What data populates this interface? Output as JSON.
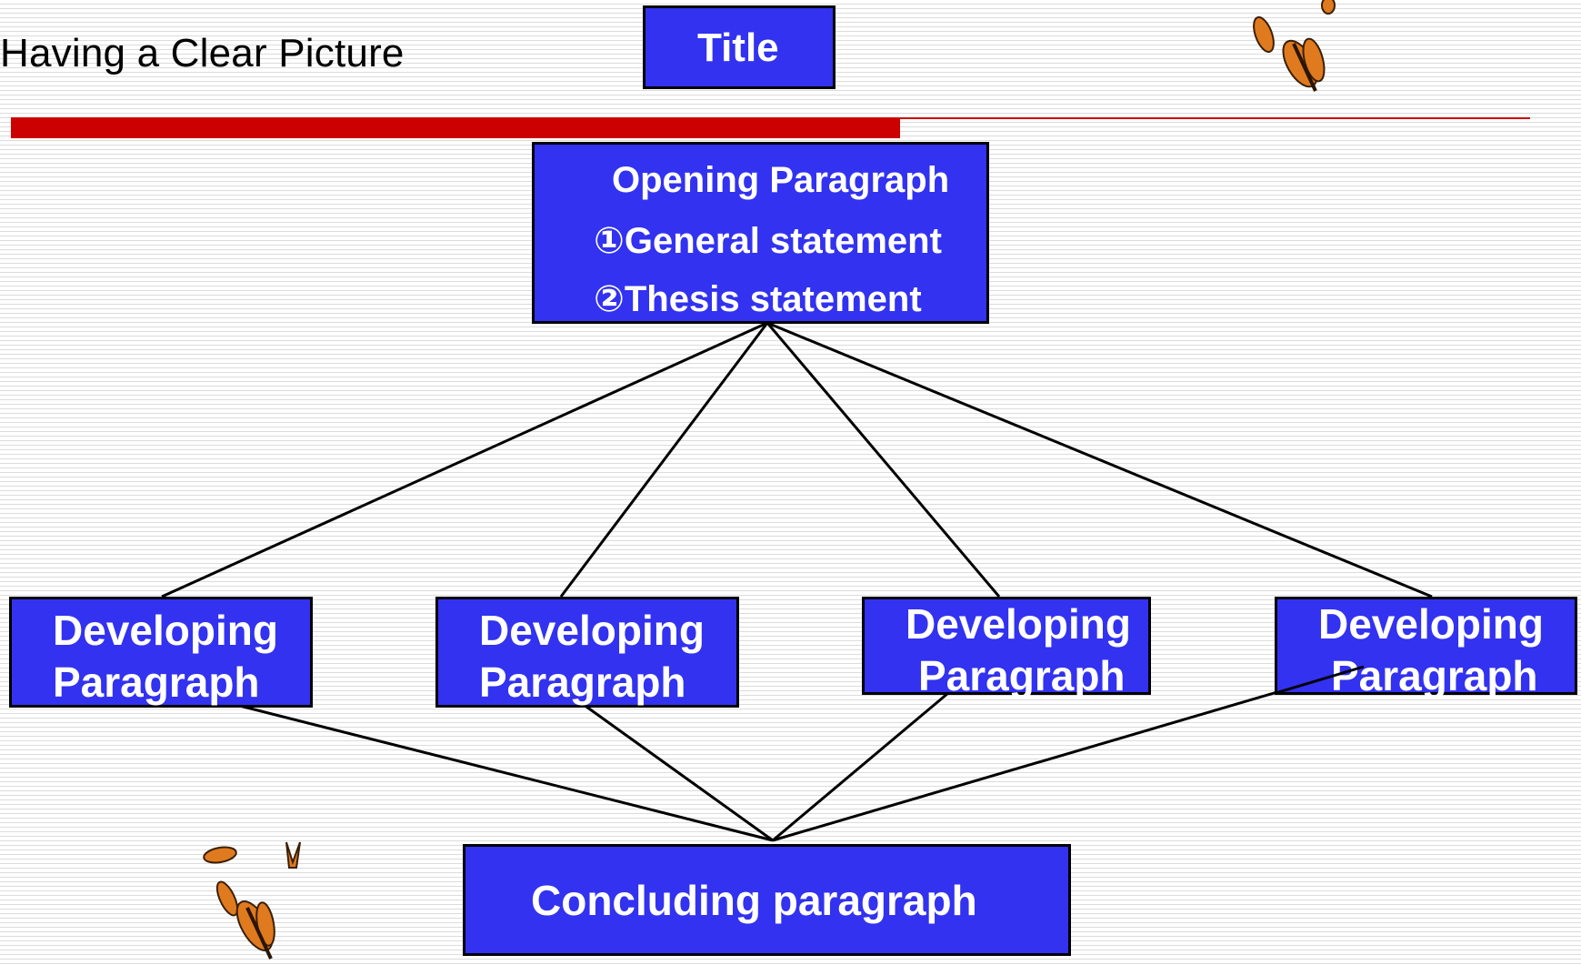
{
  "slide": {
    "heading": "Having a Clear Picture"
  },
  "diagram": {
    "title_box": "Title",
    "opening_box": {
      "line1": "Opening Paragraph",
      "line2": "①General statement",
      "line3": "②Thesis statement"
    },
    "developing_boxes": [
      {
        "line1": "Developing",
        "line2": "Paragraph"
      },
      {
        "line1": "Developing",
        "line2": "Paragraph"
      },
      {
        "line1": "Developing",
        "line2": "Paragraph"
      },
      {
        "line1": "Developing",
        "line2": "Paragraph"
      }
    ],
    "concluding_box": "Concluding paragraph"
  },
  "colors": {
    "box_fill": "#3232f0",
    "box_border": "#000000",
    "box_text": "#ffffff",
    "accent_bar": "#cc0000",
    "connector": "#000000",
    "butterfly": "#e07a1f"
  },
  "icons": {
    "decoration": "butterfly-icon"
  }
}
